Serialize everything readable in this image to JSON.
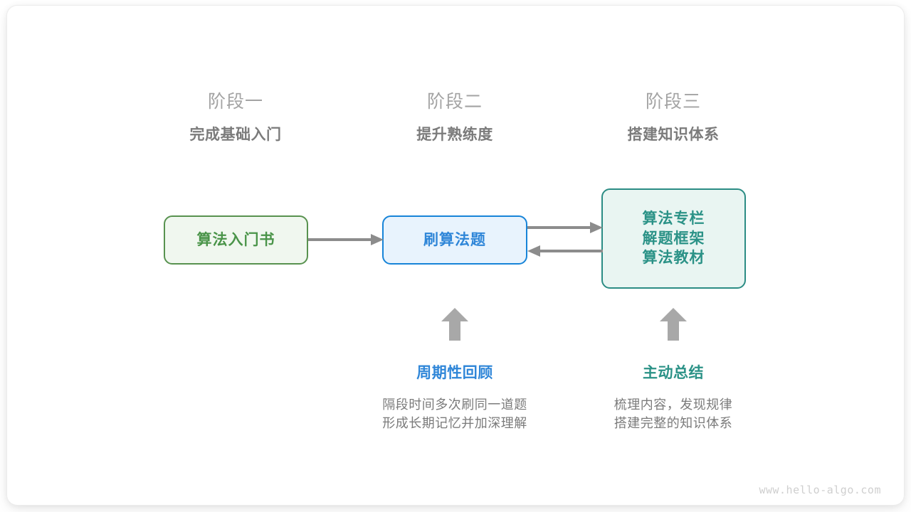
{
  "diagram": {
    "stages": [
      {
        "label": "阶段一",
        "title": "完成基础入门"
      },
      {
        "label": "阶段二",
        "title": "提升熟练度"
      },
      {
        "label": "阶段三",
        "title": "搭建知识体系"
      }
    ],
    "nodes": [
      {
        "id": "intro-book",
        "lines": [
          "算法入门书"
        ],
        "color": "#4a9449",
        "border": "#58924f",
        "fill": "#f0f7ef"
      },
      {
        "id": "practice",
        "lines": [
          "刷算法题"
        ],
        "color": "#2f86d8",
        "border": "#1784d8",
        "fill": "#e8f3fd"
      },
      {
        "id": "knowledge",
        "lines": [
          "算法专栏",
          "解题框架",
          "算法教材"
        ],
        "color": "#2b9287",
        "border": "#2b8c84",
        "fill": "#e9f5f2"
      }
    ],
    "connectors": [
      {
        "id": "book-to-practice",
        "direction": "right"
      },
      {
        "id": "practice-to-knowledge",
        "direction": "right"
      },
      {
        "id": "knowledge-to-practice",
        "direction": "left"
      }
    ],
    "annotations": [
      {
        "id": "periodic-review",
        "title": "周期性回顾",
        "accent": "#2f86d8",
        "desc": [
          "隔段时间多次刷同一道题",
          "形成长期记忆并加深理解"
        ]
      },
      {
        "id": "active-summary",
        "title": "主动总结",
        "accent": "#2b9287",
        "desc": [
          "梳理内容，发现规律",
          "搭建完整的知识体系"
        ]
      }
    ],
    "arrow_color": "#8c8c8c",
    "watermark": "www.hello-algo.com"
  }
}
